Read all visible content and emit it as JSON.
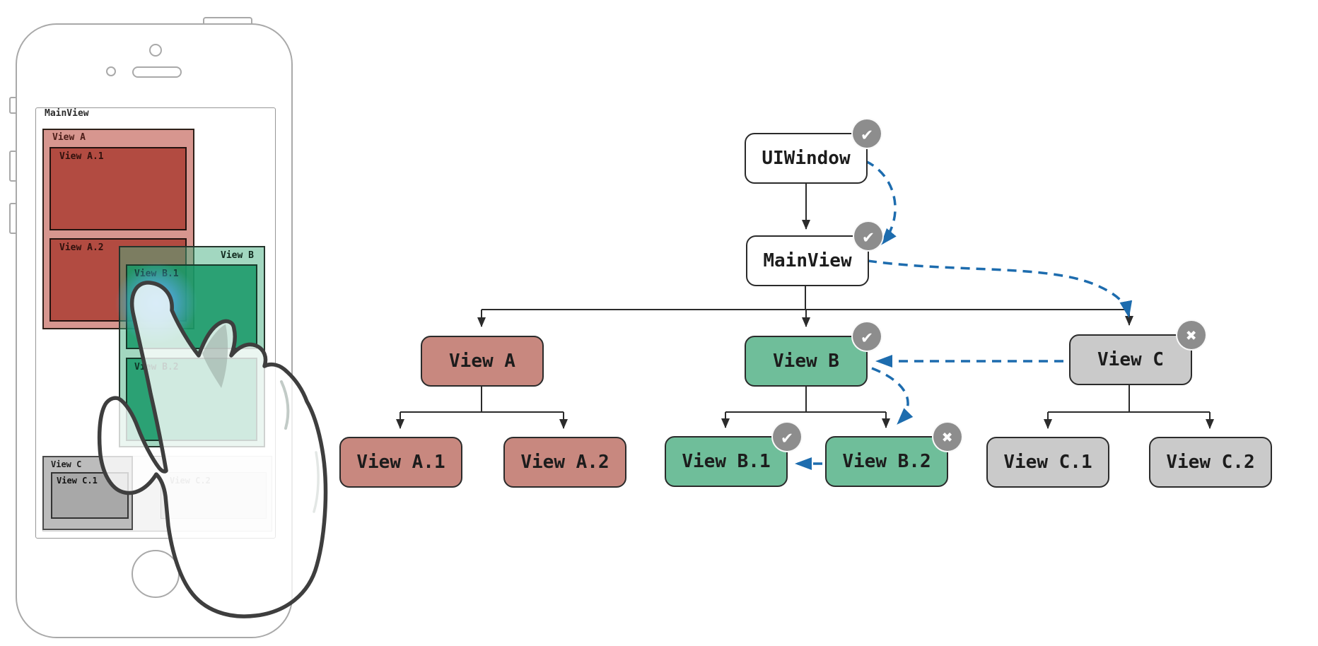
{
  "phone": {
    "screen_label": "MainView",
    "view_a": {
      "label": "View A",
      "children": [
        {
          "label": "View A.1"
        },
        {
          "label": "View A.2"
        }
      ]
    },
    "view_b": {
      "label": "View B",
      "children": [
        {
          "label": "View B.1"
        },
        {
          "label": "View B.2"
        }
      ]
    },
    "view_c": {
      "label": "View C",
      "children": [
        {
          "label": "View C.1"
        },
        {
          "label": "View C.2"
        }
      ]
    }
  },
  "diagram": {
    "nodes": [
      {
        "id": "uiwindow",
        "label": "UIWindow",
        "variant": "white",
        "badge": "check"
      },
      {
        "id": "mainview",
        "label": "MainView",
        "variant": "white",
        "badge": "check"
      },
      {
        "id": "view-a",
        "label": "View A",
        "variant": "red",
        "badge": null
      },
      {
        "id": "view-b",
        "label": "View B",
        "variant": "green",
        "badge": "check"
      },
      {
        "id": "view-c",
        "label": "View C",
        "variant": "gray",
        "badge": "cross"
      },
      {
        "id": "view-a1",
        "label": "View A.1",
        "variant": "red",
        "badge": null
      },
      {
        "id": "view-a2",
        "label": "View A.2",
        "variant": "red",
        "badge": null
      },
      {
        "id": "view-b1",
        "label": "View B.1",
        "variant": "green",
        "badge": "check"
      },
      {
        "id": "view-b2",
        "label": "View B.2",
        "variant": "green",
        "badge": "cross"
      },
      {
        "id": "view-c1",
        "label": "View C.1",
        "variant": "gray",
        "badge": null
      },
      {
        "id": "view-c2",
        "label": "View C.2",
        "variant": "gray",
        "badge": null
      }
    ],
    "badge_glyphs": {
      "check": "✔",
      "cross": "✖"
    },
    "colors": {
      "node_white": "#ffffff",
      "node_red": "#c8887f",
      "node_green": "#6fbe9a",
      "node_gray": "#cacaca",
      "badge_gray": "#8d8d8d",
      "hittest_blue": "#1d6cae",
      "connector_black": "#2b2b2b",
      "touch_glow_blue": "#55aae6"
    }
  }
}
